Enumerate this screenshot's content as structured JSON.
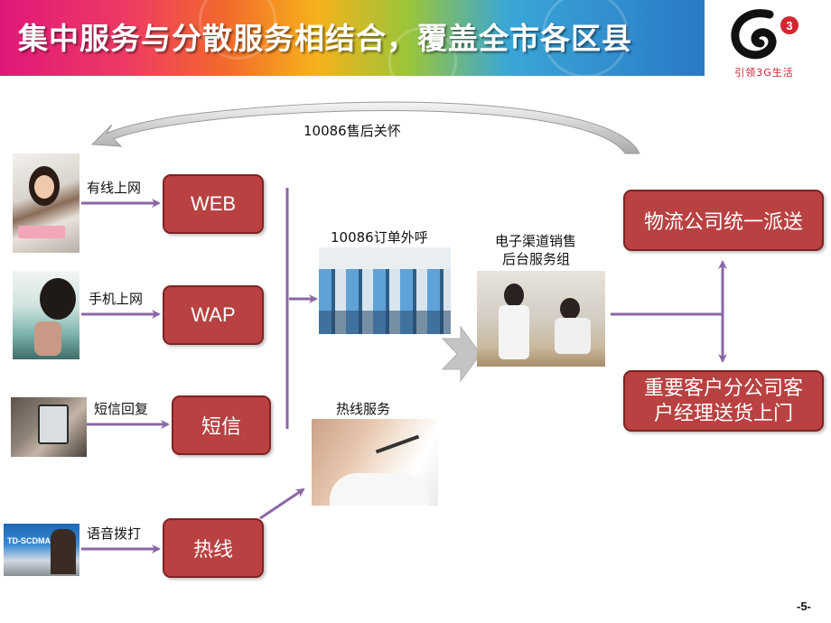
{
  "header": {
    "title": "集中服务与分散服务相结合，覆盖全市各区县"
  },
  "logo": {
    "slogan": "引领3G生活",
    "badge": "3"
  },
  "arc_label": "10086售后关怀",
  "channels": [
    {
      "label": "有线上网",
      "box": "WEB"
    },
    {
      "label": "手机上网",
      "box": "WAP"
    },
    {
      "label": "短信回复",
      "box": "短信"
    },
    {
      "label": "语音拨打",
      "box": "热线"
    }
  ],
  "callcenter_label": "10086订单外呼",
  "hotline_label": "热线服务",
  "backoffice_label": {
    "line1": "电子渠道销售",
    "line2": "后台服务组"
  },
  "delivery": {
    "logistics": "物流公司统一派送",
    "manager": {
      "line1": "重要客户分公司客",
      "line2": "户经理送货上门"
    }
  },
  "page_number": "-5-",
  "colors": {
    "box_fill": "#b94141",
    "box_border": "#7e2323",
    "arrow_purple": "#8a67a6"
  }
}
